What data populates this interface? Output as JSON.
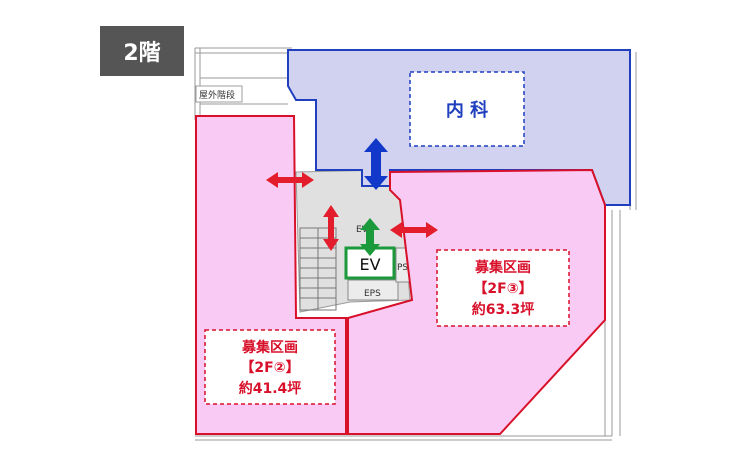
{
  "floor_label": "2階",
  "rooms": {
    "naika": {
      "label": "内 科",
      "fill": "#d0d2ef",
      "border": "#1f3fbf"
    },
    "unit2": {
      "line1": "募集区画",
      "line2": "【2F②】",
      "line3": "約41.4坪",
      "fill": "#f9caf3",
      "border": "#d8102a"
    },
    "unit3": {
      "line1": "募集区画",
      "line2": "【2F③】",
      "line3": "約63.3坪",
      "fill": "#f9caf3",
      "border": "#d8102a"
    }
  },
  "core": {
    "ev_label": "EV",
    "ev_small": "EV",
    "ps_label": "PS",
    "eps_label": "EPS",
    "stair_label": "屋外階段"
  },
  "colors": {
    "arrow_red": "#e31d2b",
    "arrow_blue": "#1238c9",
    "arrow_green": "#1a9a3a",
    "core_gray": "#e0e0e0"
  }
}
